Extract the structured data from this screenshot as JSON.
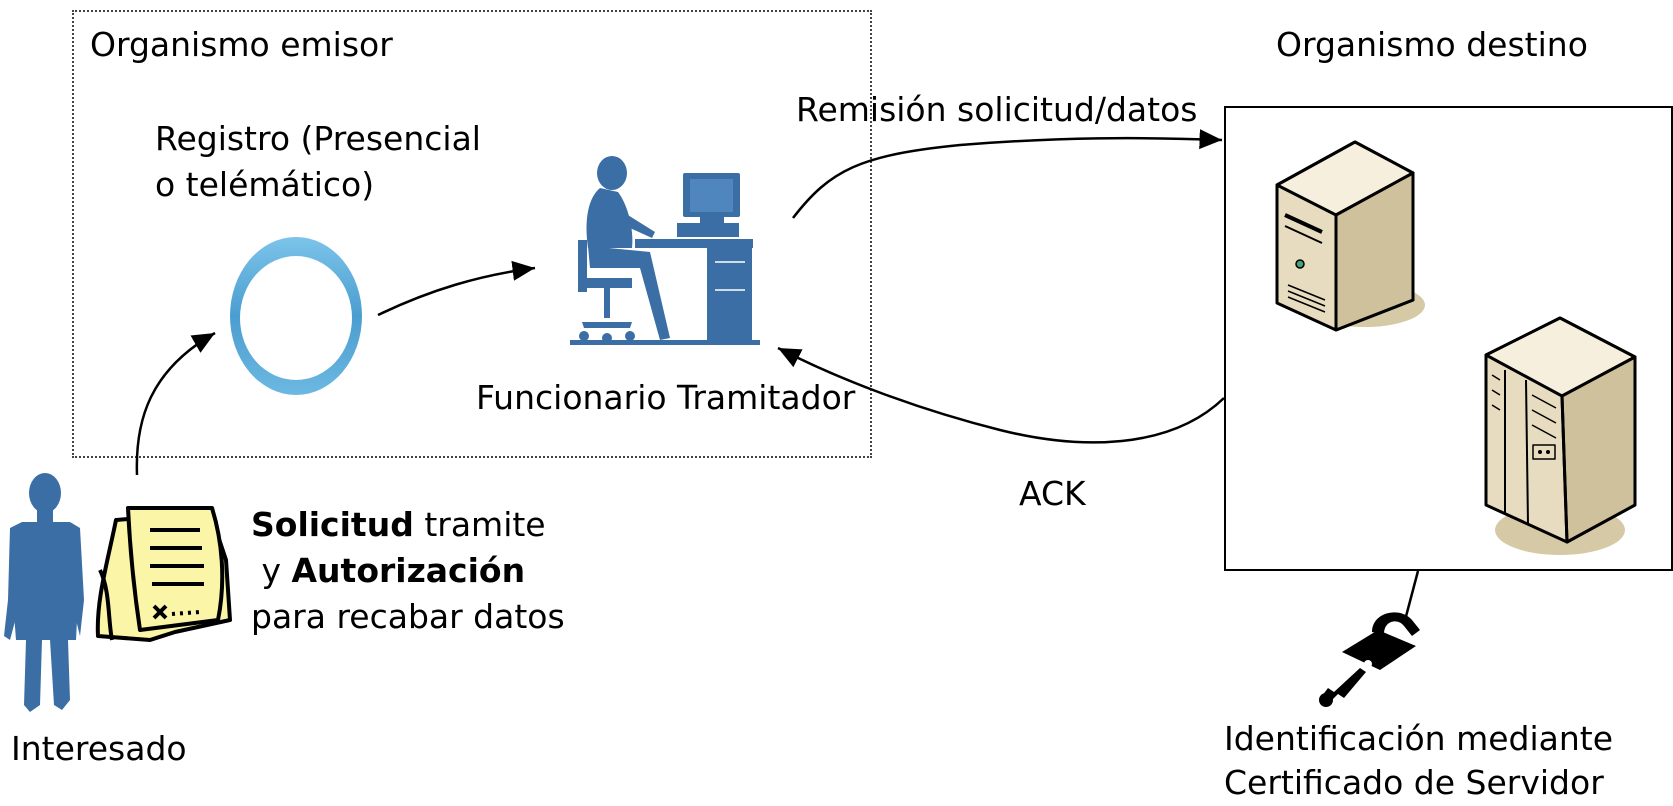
{
  "emisor": {
    "title": "Organismo emisor"
  },
  "destino": {
    "title": "Organismo destino"
  },
  "registro": {
    "line1": "Registro (Presencial",
    "line2": "o telémático)"
  },
  "funcionario": {
    "label": "Funcionario Tramitador"
  },
  "remision": {
    "label": "Remisión solicitud/datos"
  },
  "ack": {
    "label": "ACK"
  },
  "solicitud": {
    "bold1": "Solicitud",
    "text1": " tramite",
    "text2a": " y ",
    "bold2": "Autorización",
    "text3": "para recabar datos"
  },
  "interesado": {
    "label": "Interesado"
  },
  "certificado": {
    "line1": "Identificación mediante",
    "line2": "Certificado de Servidor"
  },
  "colors": {
    "figure_blue": "#3a6ea5",
    "ring_blue": "#5aaedb",
    "server_beige": "#e8dcc0",
    "document_yellow": "#fbf5a8"
  }
}
